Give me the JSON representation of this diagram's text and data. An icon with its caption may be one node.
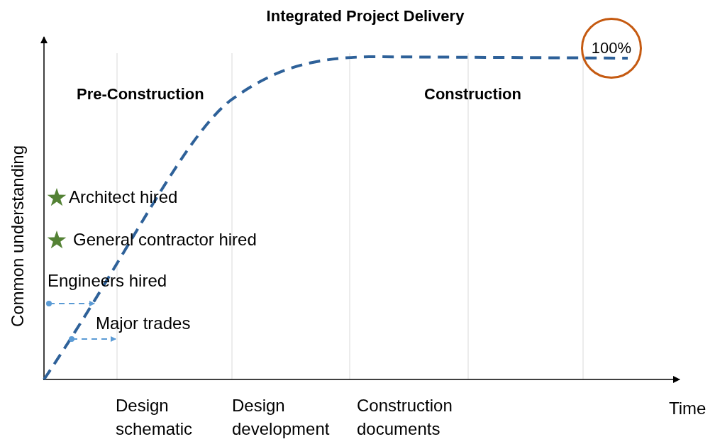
{
  "diagram": {
    "title": "Integrated Project Delivery",
    "nodes": [
      {
        "text": [
          "100%"
        ]
      }
    ],
    "labels": [
      "Pre-Construction",
      "Construction",
      "Architect hired",
      "General contractor hired",
      "Engineers hired",
      "Major trades",
      "Common understanding",
      "Design schematic",
      "Design development",
      "Construction documents",
      "Time"
    ]
  }
}
